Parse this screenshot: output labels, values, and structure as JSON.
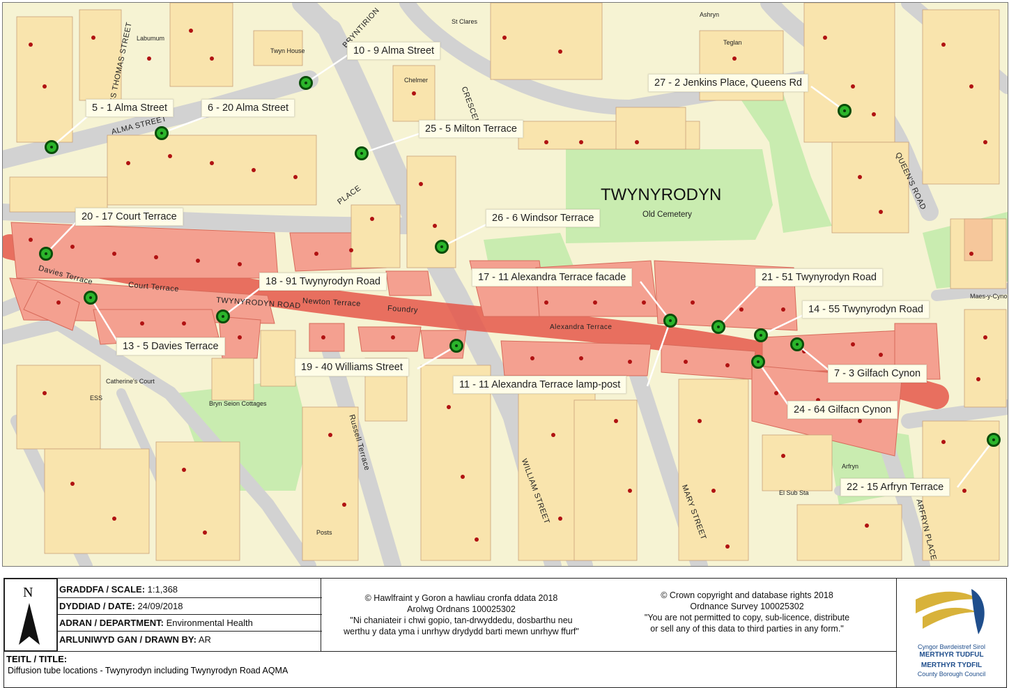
{
  "map": {
    "place_name": "TWYNYRODYN",
    "place_sub": "Old Cemetery",
    "streets": [
      {
        "id": "alma-street",
        "text": "ALMA STREET"
      },
      {
        "id": "thomas-street",
        "text": "SS THOMAS STREET"
      },
      {
        "id": "place",
        "text": "PLACE"
      },
      {
        "id": "bryntirion",
        "text": "BRYNTIRION"
      },
      {
        "id": "crescent",
        "text": "CRESCENT"
      },
      {
        "id": "queens-road",
        "text": "QUEEN'S ROAD"
      },
      {
        "id": "davies-terrace",
        "text": "Davies Terrace"
      },
      {
        "id": "court-terrace",
        "text": "Court Terrace"
      },
      {
        "id": "twynyrodyn-road",
        "text": "TWYNYRODYN ROAD"
      },
      {
        "id": "newton-terrace",
        "text": "Newton Terrace"
      },
      {
        "id": "foundry",
        "text": "Foundry"
      },
      {
        "id": "alexandra-terrace",
        "text": "Alexandra Terrace"
      },
      {
        "id": "russell-terrace",
        "text": "Russell Terrace"
      },
      {
        "id": "william-street",
        "text": "WILLIAM STREET"
      },
      {
        "id": "mary-street",
        "text": "MARY STREET"
      },
      {
        "id": "arfryn-place",
        "text": "ARFRYN PLACE"
      },
      {
        "id": "el-sub-sta",
        "text": "El Sub Sta"
      },
      {
        "id": "bryn-seion",
        "text": "Bryn Seion Cottages"
      },
      {
        "id": "catherines-court",
        "text": "Catherine's Court"
      },
      {
        "id": "posts",
        "text": "Posts"
      },
      {
        "id": "ess",
        "text": "ESS"
      },
      {
        "id": "maes-y-cynon",
        "text": "Maes-y-Cynon"
      },
      {
        "id": "ashryn",
        "text": "Ashryn"
      },
      {
        "id": "teglan",
        "text": "Teglan"
      },
      {
        "id": "st-clares",
        "text": "St Clares"
      },
      {
        "id": "chelmer",
        "text": "Chelmer"
      },
      {
        "id": "labumum",
        "text": "Labumum"
      },
      {
        "id": "twynyrodyn-house",
        "text": "Twyn House"
      },
      {
        "id": "arfryn",
        "text": "Arfryn"
      }
    ],
    "callouts": [
      {
        "id": "c10",
        "text": "10 - 9 Alma Street"
      },
      {
        "id": "c5",
        "text": "5 - 1 Alma Street"
      },
      {
        "id": "c6",
        "text": "6 - 20 Alma Street"
      },
      {
        "id": "c27",
        "text": "27 - 2 Jenkins Place, Queens Rd"
      },
      {
        "id": "c25",
        "text": "25 - 5 Milton Terrace"
      },
      {
        "id": "c20",
        "text": "20 - 17 Court Terrace"
      },
      {
        "id": "c26",
        "text": "26 - 6 Windsor Terrace"
      },
      {
        "id": "c18",
        "text": "18 - 91 Twynyrodyn Road"
      },
      {
        "id": "c17",
        "text": "17 - 11 Alexandra Terrace facade"
      },
      {
        "id": "c21",
        "text": "21 - 51 Twynyrodyn Road"
      },
      {
        "id": "c14",
        "text": "14 - 55 Twynyrodyn Road"
      },
      {
        "id": "c13",
        "text": "13 - 5 Davies Terrace"
      },
      {
        "id": "c19",
        "text": "19 - 40 Williams Street"
      },
      {
        "id": "c7",
        "text": "7 - 3 Gilfach Cynon"
      },
      {
        "id": "c11",
        "text": "11 - 11 Alexandra Terrace lamp-post"
      },
      {
        "id": "c24",
        "text": "24 - 64 Gilfacn Cynon"
      },
      {
        "id": "c22",
        "text": "22 - 15 Arfryn Terrace"
      }
    ]
  },
  "footer": {
    "north": "N",
    "scale_label": "GRADDFA / SCALE:",
    "scale_value": "1:1,368",
    "date_label": "DYDDIAD / DATE:",
    "date_value": "24/09/2018",
    "dept_label": "ADRAN / DEPARTMENT:",
    "dept_value": "Environmental Health",
    "drawn_label": "ARLUNIWYD GAN / DRAWN BY:",
    "drawn_value": "AR",
    "title_label": "TEITL / TITLE:",
    "title_value": "Diffusion tube locations - Twynyrodyn including Twynyrodyn Road AQMA",
    "welsh_copy_1": "© Hawlfraint y Goron a hawliau cronfa ddata 2018",
    "welsh_copy_2": "Arolwg Ordnans 100025302",
    "welsh_copy_3": "\"Ni chaniateir i chwi gopio, tan-drwyddedu, dosbarthu neu",
    "welsh_copy_4": "werthu y data yma i unrhyw drydydd barti mewn unrhyw ffurf\"",
    "eng_copy_1": "© Crown copyright and database rights 2018",
    "eng_copy_2": "Ordnance Survey 100025302",
    "eng_copy_3": "\"You are not permitted to copy, sub-licence, distribute",
    "eng_copy_4": "or sell any of this data to third parties in any form.\"",
    "logo_1": "Cyngor Bwrdeistref Sirol",
    "logo_2": "MERTHYR TUDFUL",
    "logo_3": "MERTHYR TYDFIL",
    "logo_4": "County Borough Council"
  },
  "colors": {
    "map_bg": "#f6f3d3",
    "road": "#cfcfcf",
    "aqma": "#ee6e5d",
    "aqma_buildings": "#f4a090",
    "green": "#c9ecb0",
    "site": "#2bb52b"
  }
}
